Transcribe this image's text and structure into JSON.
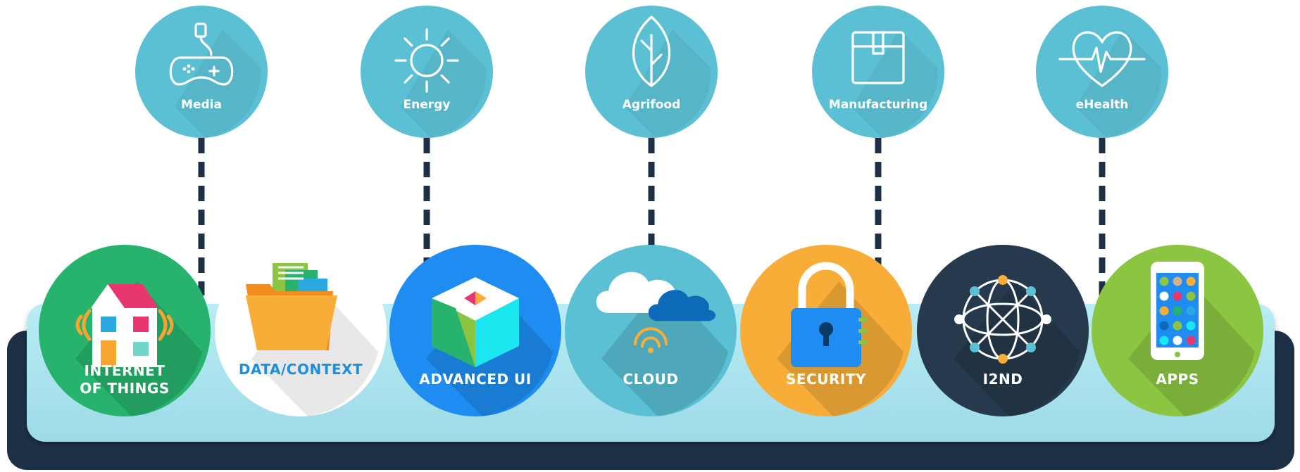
{
  "sectors": [
    {
      "id": "media",
      "label": "Media",
      "icon": "gamepad-icon"
    },
    {
      "id": "energy",
      "label": "Energy",
      "icon": "sun-icon"
    },
    {
      "id": "agrifood",
      "label": "Agrifood",
      "icon": "leaf-icon"
    },
    {
      "id": "manufacturing",
      "label": "Manufacturing",
      "icon": "box-icon"
    },
    {
      "id": "ehealth",
      "label": "eHealth",
      "icon": "heart-pulse-icon"
    }
  ],
  "platform": [
    {
      "id": "iot",
      "lines": [
        "INTERNET",
        "OF THINGS"
      ],
      "icon": "house-icon",
      "color": "#27b36e"
    },
    {
      "id": "data-context",
      "lines": [
        "DATA/CONTEXT"
      ],
      "icon": "folder-icon",
      "color": "#ffffff",
      "text_color": "#1b8fe0"
    },
    {
      "id": "advanced-ui",
      "lines": [
        "ADVANCED UI"
      ],
      "icon": "cube-icon",
      "color": "#1e8cf0"
    },
    {
      "id": "cloud",
      "lines": [
        "CLOUD"
      ],
      "icon": "cloud-icon",
      "color": "#5bc0d3"
    },
    {
      "id": "security",
      "lines": [
        "SECURITY"
      ],
      "icon": "padlock-icon",
      "color": "#f8ad38"
    },
    {
      "id": "i2nd",
      "lines": [
        "I2ND"
      ],
      "icon": "network-globe-icon",
      "color": "#26394d"
    },
    {
      "id": "apps",
      "lines": [
        "APPS"
      ],
      "icon": "smartphone-icon",
      "color": "#8cc542"
    }
  ],
  "colors": {
    "sector_circle": "#5bc0d3",
    "connector": "#1d3045",
    "base_top": "#a7e3ee",
    "base_bottom": "#1d3045"
  }
}
